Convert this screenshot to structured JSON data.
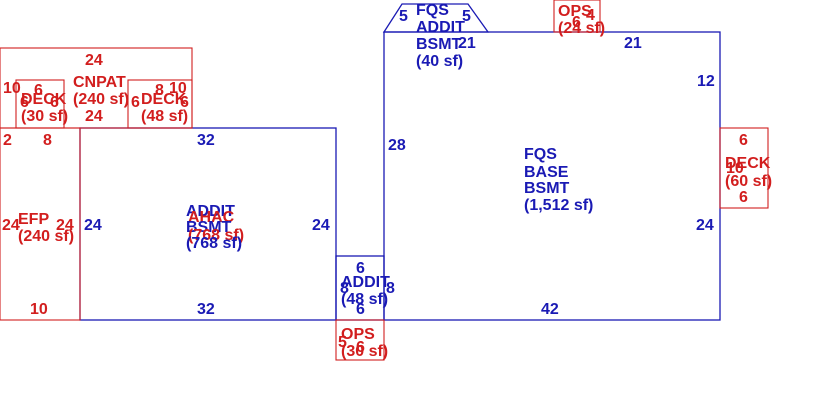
{
  "areas": {
    "fqs_base": {
      "lines": [
        "FQS",
        "BASE",
        "BSMT"
      ],
      "area": "(1,512 sf)"
    },
    "addit_left": {
      "lines": [
        "ADDIT",
        "BSMT"
      ],
      "overlay": "AHAC",
      "area": "(768 sf)"
    },
    "addit_small": {
      "lines": [
        "ADDIT"
      ],
      "area": "(48 sf)"
    },
    "fqs_top": {
      "lines": [
        "FQS",
        "ADDIT",
        "BSMT"
      ],
      "area": "(40 sf)"
    },
    "efp": {
      "lines": [
        "EFP"
      ],
      "area": "(240 sf)"
    },
    "cnpat": {
      "lines": [
        "CNPAT"
      ],
      "area": "(240 sf)"
    },
    "deck_left": {
      "lines": [
        "DECK"
      ],
      "area": "(30 sf)"
    },
    "deck_mid": {
      "lines": [
        "DECK"
      ],
      "area": "(48 sf)"
    },
    "deck_right": {
      "lines": [
        "DECK"
      ],
      "area": "(60 sf)"
    },
    "ops_top": {
      "lines": [
        "OPS"
      ],
      "area": "(24 sf)"
    },
    "ops_bottom": {
      "lines": [
        "OPS"
      ],
      "area": "(30 sf)"
    }
  },
  "dimensions": {
    "fqs_top": "21",
    "fqs_top_left": "21",
    "fqs_right": "12",
    "fqs_left": "28",
    "fqs_right_lower": "24",
    "fqs_bottom": "42",
    "addit_top": "32",
    "addit_bottom": "32",
    "addit_left": "24",
    "addit_right": "24",
    "small_top": "6",
    "small_bottom": "6",
    "small_left": "8",
    "small_right": "8",
    "top_bay_left": "5",
    "top_bay_right": "5",
    "cnpat_top": "24",
    "cnpat_bottom": "24",
    "efp_top_left": "2",
    "efp_top": "8",
    "efp_left": "24",
    "efp_right": "24",
    "efp_bottom": "10",
    "deck_left_top": "6",
    "deck_left_left": "10",
    "deck_left_l": "6",
    "deck_left_r": "6",
    "deck_mid_top": "8",
    "deck_mid_right": "10",
    "deck_mid_l": "6",
    "deck_mid_r": "6",
    "deck_right_top": "6",
    "deck_right_bottom": "6",
    "deck_right_side": "10",
    "ops_top_side": "4",
    "ops_top_num": "6",
    "ops_bottom_side": "5",
    "ops_bottom_num": "6"
  },
  "colors": {
    "living": "#1a1ab4",
    "exterior": "#d21e1e"
  }
}
